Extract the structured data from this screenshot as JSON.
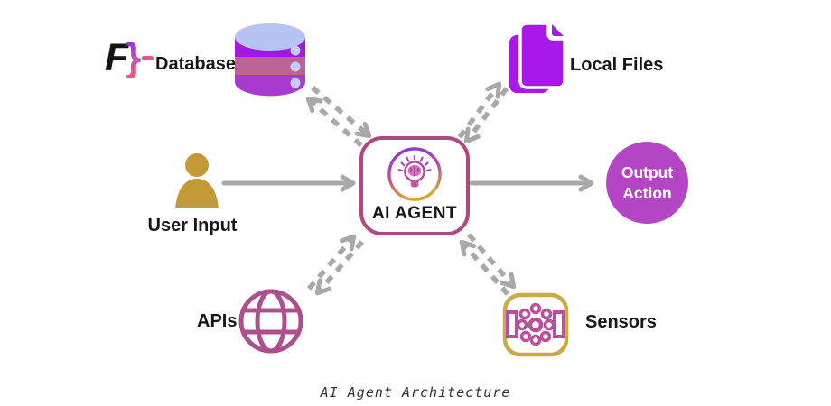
{
  "caption": "AI Agent Architecture",
  "logo": {
    "letter": "F",
    "brace": "}"
  },
  "nodes": {
    "database": {
      "label": "Database"
    },
    "local_files": {
      "label": "Local Files"
    },
    "user_input": {
      "label": "User Input"
    },
    "agent": {
      "label": "AI AGENT"
    },
    "output_action": {
      "line1": "Output",
      "line2": "Action"
    },
    "apis": {
      "label": "APIs"
    },
    "sensors": {
      "label": "Sensors"
    }
  },
  "colors": {
    "arrow_gray": "#a8a8a8",
    "agent_border": "#b5457f",
    "output_circle": "#b446c6",
    "file_purple": "#a818e8",
    "db_top_ellipse": "#b6c3f3",
    "db_band_purple": "#a517e6",
    "db_band_mauve": "#bd6394",
    "db_band_bottom": "#a93ad0",
    "user_gold": "#c49a39",
    "globe_pink": "#ad4f8c",
    "sensor_gold": "#c8ab46",
    "sensor_pink": "#bb4f9b"
  }
}
